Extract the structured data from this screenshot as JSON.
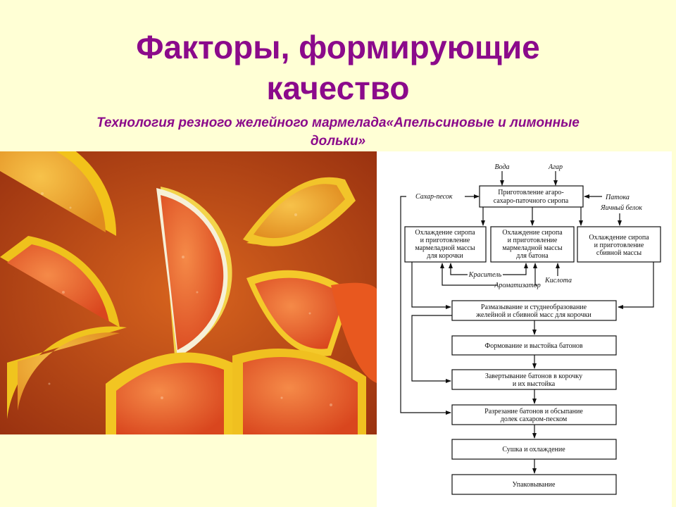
{
  "slide": {
    "title_line1": "Факторы, формирующие",
    "title_line2": "качество",
    "subtitle_line1": "Технология резного желейного мармелада«Апельсиновые и лимонные",
    "subtitle_line2": "дольки»",
    "colors": {
      "background": "#ffffd5",
      "title": "#8b0a8b",
      "diagram_bg": "#ffffff",
      "diagram_line": "#111111"
    }
  },
  "photo": {
    "description": "orange-and-lemon-jelly-slices-photo"
  },
  "diagram": {
    "inputs": {
      "water": "Вода",
      "agar": "Агар",
      "sugar": "Сахар-песок",
      "molasses": "Патока",
      "egg_white": "Яичный белок",
      "dye": "Краситель",
      "flavor": "Ароматизатор",
      "acid": "Кислота"
    },
    "boxes": {
      "syrup": [
        "Приготовление агаро-",
        "сахаро-паточного сиропа"
      ],
      "crust_mass": [
        "Охлаждение сиропа",
        "и приготовление",
        "мармеладной массы",
        "для корочки"
      ],
      "bar_mass": [
        "Охлаждение сиропа",
        "и приготовление",
        "мармеладной массы",
        "для батона"
      ],
      "whipped_mass": [
        "Охлаждение сиропа",
        "и приготовление",
        "сбивной массы"
      ],
      "spreading": [
        "Размазывание и студнеобразование",
        "желейной и сбивной масс для корочки"
      ],
      "forming": [
        "Формование и выстойка батонов"
      ],
      "wrapping": [
        "Завертывание батонов в корочку",
        "и их выстойка"
      ],
      "cutting": [
        "Разрезание батонов и обсыпание",
        "долек сахаром-песком"
      ],
      "drying": [
        "Сушка и охлаждение"
      ],
      "packing": [
        "Упаковывание"
      ]
    }
  }
}
